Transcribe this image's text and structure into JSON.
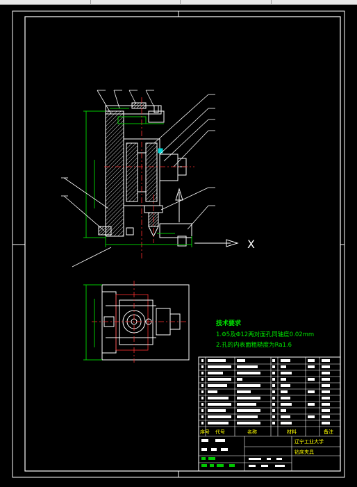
{
  "colors": {
    "background": "#000000",
    "border": "#ffffff",
    "part": "#ffffff",
    "dimension": "#00c800",
    "centerline": "#ff3030",
    "hatch": "#ffffff",
    "note_text": "#00e600",
    "title_text": "#ffff00",
    "cyan": "#00d8d8"
  },
  "view": {
    "axis_label": "X"
  },
  "notes": {
    "heading": "技术要求",
    "line1": "1.Φ5及Φ12两对面孔同轴度0.02mm",
    "line2": "2.孔的内表面粗糙度为Ra1.6"
  },
  "titleblock": {
    "col_seq": "序号",
    "col_code": "代号",
    "col_name": "名称",
    "col_material": "材料",
    "col_remark": "备注",
    "school": "辽宁工业大学",
    "drawing_title": "钻床夹具"
  }
}
